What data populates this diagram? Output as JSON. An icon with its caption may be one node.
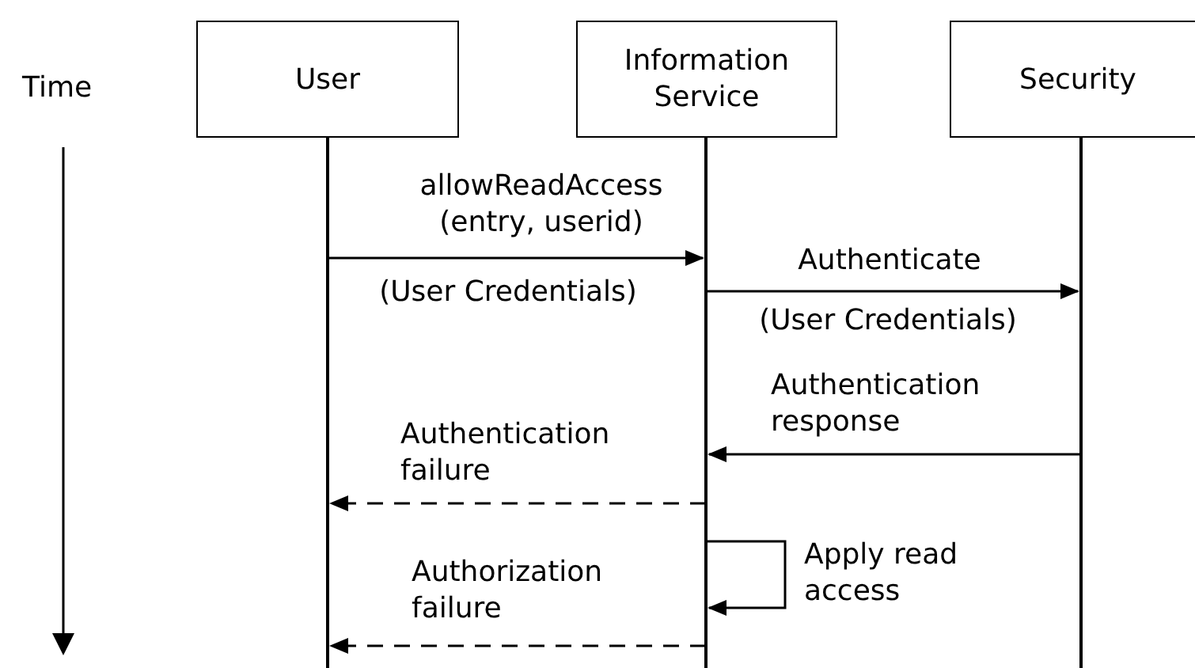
{
  "diagram": {
    "nodes": [
      {
        "text": [
          "User"
        ]
      },
      {
        "text": [
          "Information Service"
        ]
      },
      {
        "text": [
          "Security"
        ]
      }
    ],
    "edges": [
      {
        "from": 0,
        "to": 1,
        "arrow": "to",
        "label": "allowReadAccess (entry, userid)"
      },
      {
        "from": 1,
        "to": 2,
        "arrow": "to",
        "label": "Authenticate"
      },
      {
        "from": 2,
        "to": 1,
        "arrow": "to",
        "label": "Authentication response"
      },
      {
        "from": 1,
        "to": 0,
        "arrow": "to",
        "style": "dashed",
        "label": "Authentication failure"
      },
      {
        "from": 1,
        "to": 1,
        "arrow": "to",
        "label": "Apply read access"
      },
      {
        "from": 1,
        "to": 0,
        "arrow": "to",
        "style": "dashed",
        "label": "Authorization failure"
      }
    ],
    "labels": [
      "Time",
      "(User Credentials)",
      "(User Credentials)"
    ]
  }
}
